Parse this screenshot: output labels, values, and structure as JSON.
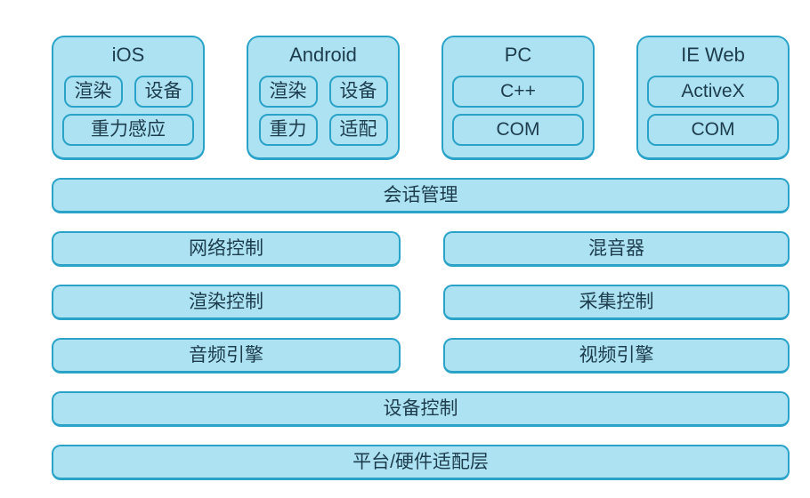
{
  "colors": {
    "fill": "#ace2f2",
    "border": "#2ba3c9",
    "text": "#1d3c4c",
    "bg": "#ffffff"
  },
  "platforms": [
    {
      "title": "iOS",
      "rows": [
        [
          "渲染",
          "设备"
        ],
        [
          "重力感应"
        ]
      ]
    },
    {
      "title": "Android",
      "rows": [
        [
          "渲染",
          "设备"
        ],
        [
          "重力",
          "适配"
        ]
      ]
    },
    {
      "title": "PC",
      "rows": [
        [
          "C++"
        ],
        [
          "COM"
        ]
      ]
    },
    {
      "title": "IE Web",
      "rows": [
        [
          "ActiveX"
        ],
        [
          "COM"
        ]
      ]
    }
  ],
  "layers": {
    "session": "会话管理",
    "network": "网络控制",
    "mixer": "混音器",
    "render": "渲染控制",
    "capture": "采集控制",
    "audio_engine": "音频引擎",
    "video_engine": "视频引擎",
    "device": "设备控制",
    "platform_hw": "平台/硬件适配层"
  }
}
